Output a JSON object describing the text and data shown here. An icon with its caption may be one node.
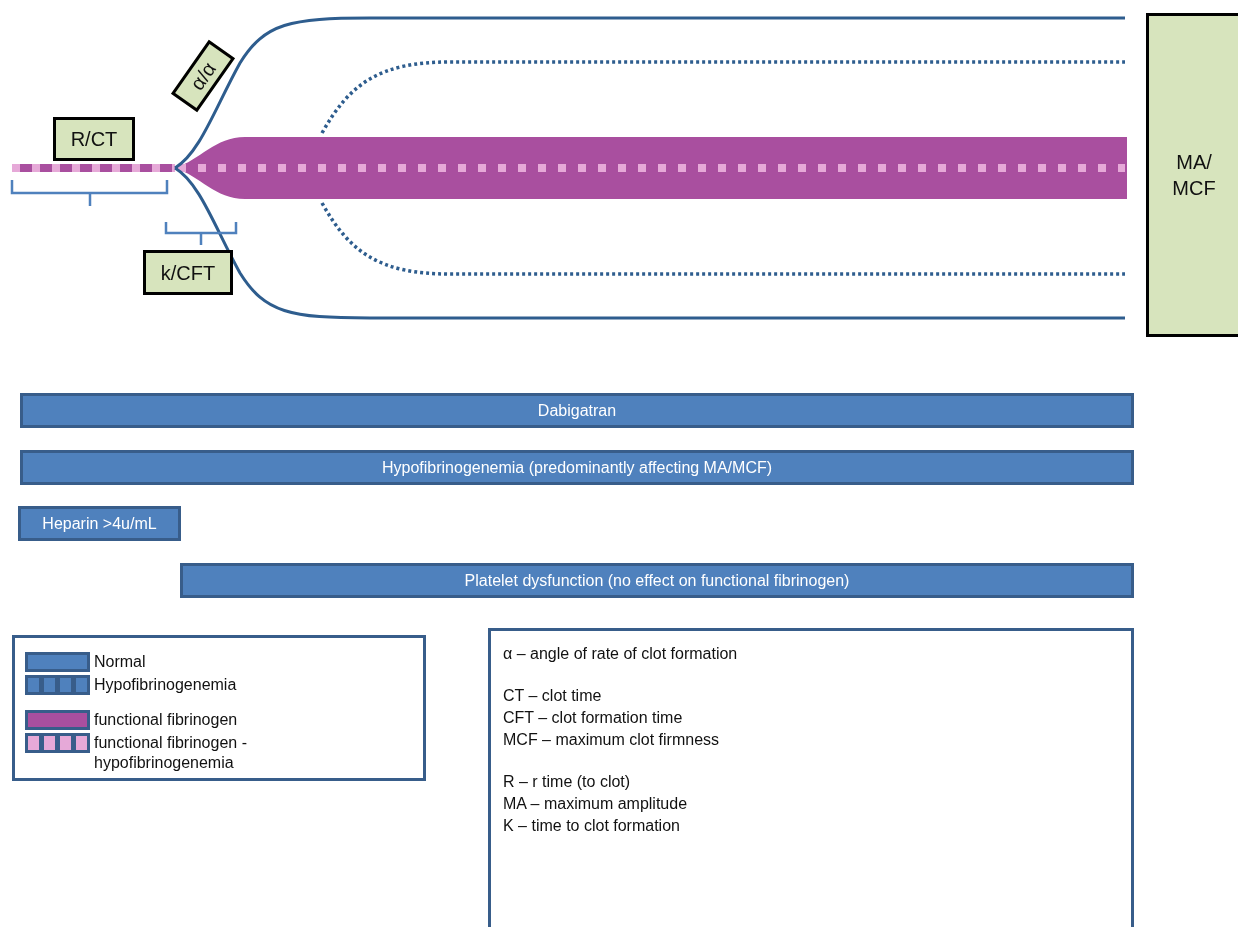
{
  "diagram": {
    "nodes": [
      {
        "text": [
          "R/CT"
        ]
      },
      {
        "text": [
          "α/α"
        ]
      },
      {
        "text": [
          "k/CFT"
        ]
      },
      {
        "text": [
          "MA/ MCF"
        ]
      },
      {
        "text": [
          "Dabigatran"
        ]
      },
      {
        "text": [
          "Hypofibrinogenemia (predominantly affecting MA/MCF)"
        ]
      },
      {
        "text": [
          "Heparin >4u/mL"
        ]
      },
      {
        "text": [
          "Platelet dysfunction (no effect on functional fibrinogen)"
        ]
      },
      {
        "text": [
          "α – angle of rate of clot formation",
          "CT – clot time",
          "CFT – clot formation time",
          "MCF – maximum clot firmness",
          "R – r time (to clot)",
          "MA – maximum amplitude",
          "K – time to clot formation"
        ]
      }
    ],
    "edges": [],
    "legend": [
      {
        "text": "Normal",
        "color": "#4f81bd"
      },
      {
        "text": "Hypofibrinogenemia"
      },
      {
        "text": "functional fibrinogen",
        "color": "#a94f9f"
      },
      {
        "text": "functional fibrinogen - hypofibrinogenemia"
      }
    ]
  }
}
